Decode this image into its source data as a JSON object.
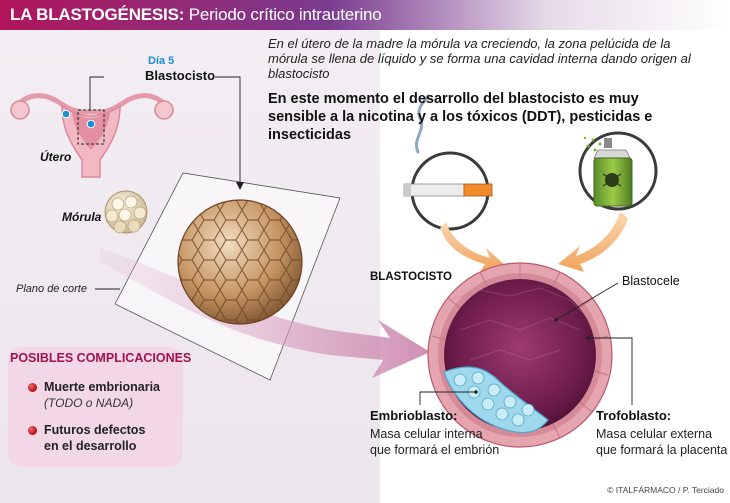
{
  "header": {
    "title_bold": "LA BLASTOGÉNESIS:",
    "title_rest": " Periodo crítico intrauterino"
  },
  "left": {
    "dia_label": "Día 5",
    "blastocisto_label": "Blastocisto",
    "utero_label": "Útero",
    "morula_label": "Mórula",
    "plano_label": "Plano de corte"
  },
  "intro_text": "En el útero de la madre la mórula va creciendo, la zona pelúcida de la mórula se llena de líquido y se forma una cavidad interna dando origen al blastocisto",
  "warning_text": "En este momento el desarrollo del blastocisto es muy sensible a la nicotina y a los tóxicos (DDT), pesticidas e insecticidas",
  "diagram": {
    "title": "BLASTOCISTO",
    "blastocele_label": "Blastocele",
    "embrioblasto": {
      "title": "Embrioblasto:",
      "line1": "Masa celular interna",
      "line2": "que formará el embrión"
    },
    "trofoblasto": {
      "title": "Trofoblasto:",
      "line1": "Masa celular externa",
      "line2": "que formará la placenta"
    }
  },
  "complications": {
    "title": "POSIBLES COMPLICACIONES",
    "items": [
      {
        "label": "Muerte embrionaria",
        "sub": "(TODO o NADA)"
      },
      {
        "label": "Futuros defectos",
        "label2": "en el desarrollo"
      }
    ]
  },
  "credit": "© ITALFÁRMACO / P. Terciado",
  "colors": {
    "brand": "#b0155a",
    "accent_blue": "#1a8fd6",
    "warning_orange": "#f0a35a",
    "blastocyst_purple": "#7a2255"
  }
}
